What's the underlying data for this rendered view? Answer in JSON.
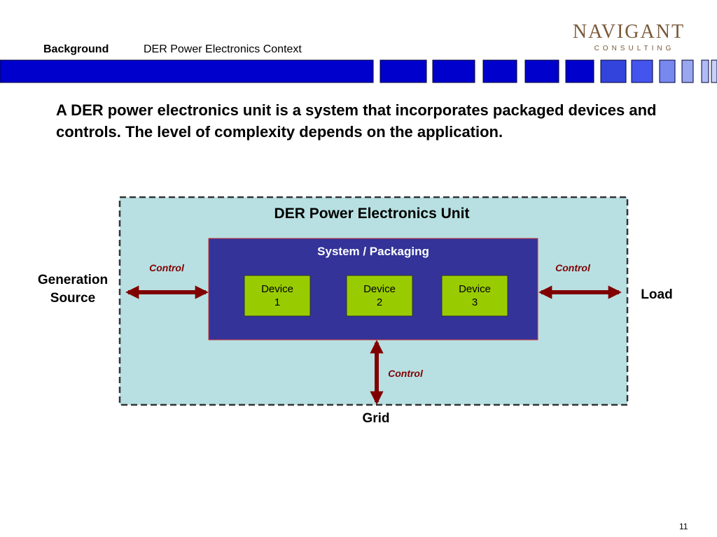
{
  "header": {
    "section_label": "Background",
    "section_title": "DER Power Electronics Context",
    "logo_main": "NAVIGANT",
    "logo_sub": "CONSULTING",
    "bar_color": "#0000CC",
    "accent_color": "#0000CC"
  },
  "intro_text": "A DER power electronics unit is a system that incorporates packaged devices and controls. The level of complexity depends on the application.",
  "diagram": {
    "unit_title": "DER Power Electronics Unit",
    "system_title": "System / Packaging",
    "devices": [
      {
        "line1": "Device",
        "line2": "1"
      },
      {
        "line1": "Device",
        "line2": "2"
      },
      {
        "line1": "Device",
        "line2": "3"
      }
    ],
    "left": {
      "line1": "Generation",
      "line2": "Source",
      "control": "Control"
    },
    "right": {
      "label": "Load",
      "control": "Control"
    },
    "bottom": {
      "label": "Grid",
      "control": "Control"
    },
    "colors": {
      "outer_fill": "#B8E0E2",
      "system_fill": "#333399",
      "device_fill": "#99CC00",
      "arrow": "#800000"
    }
  },
  "page_number": "11"
}
